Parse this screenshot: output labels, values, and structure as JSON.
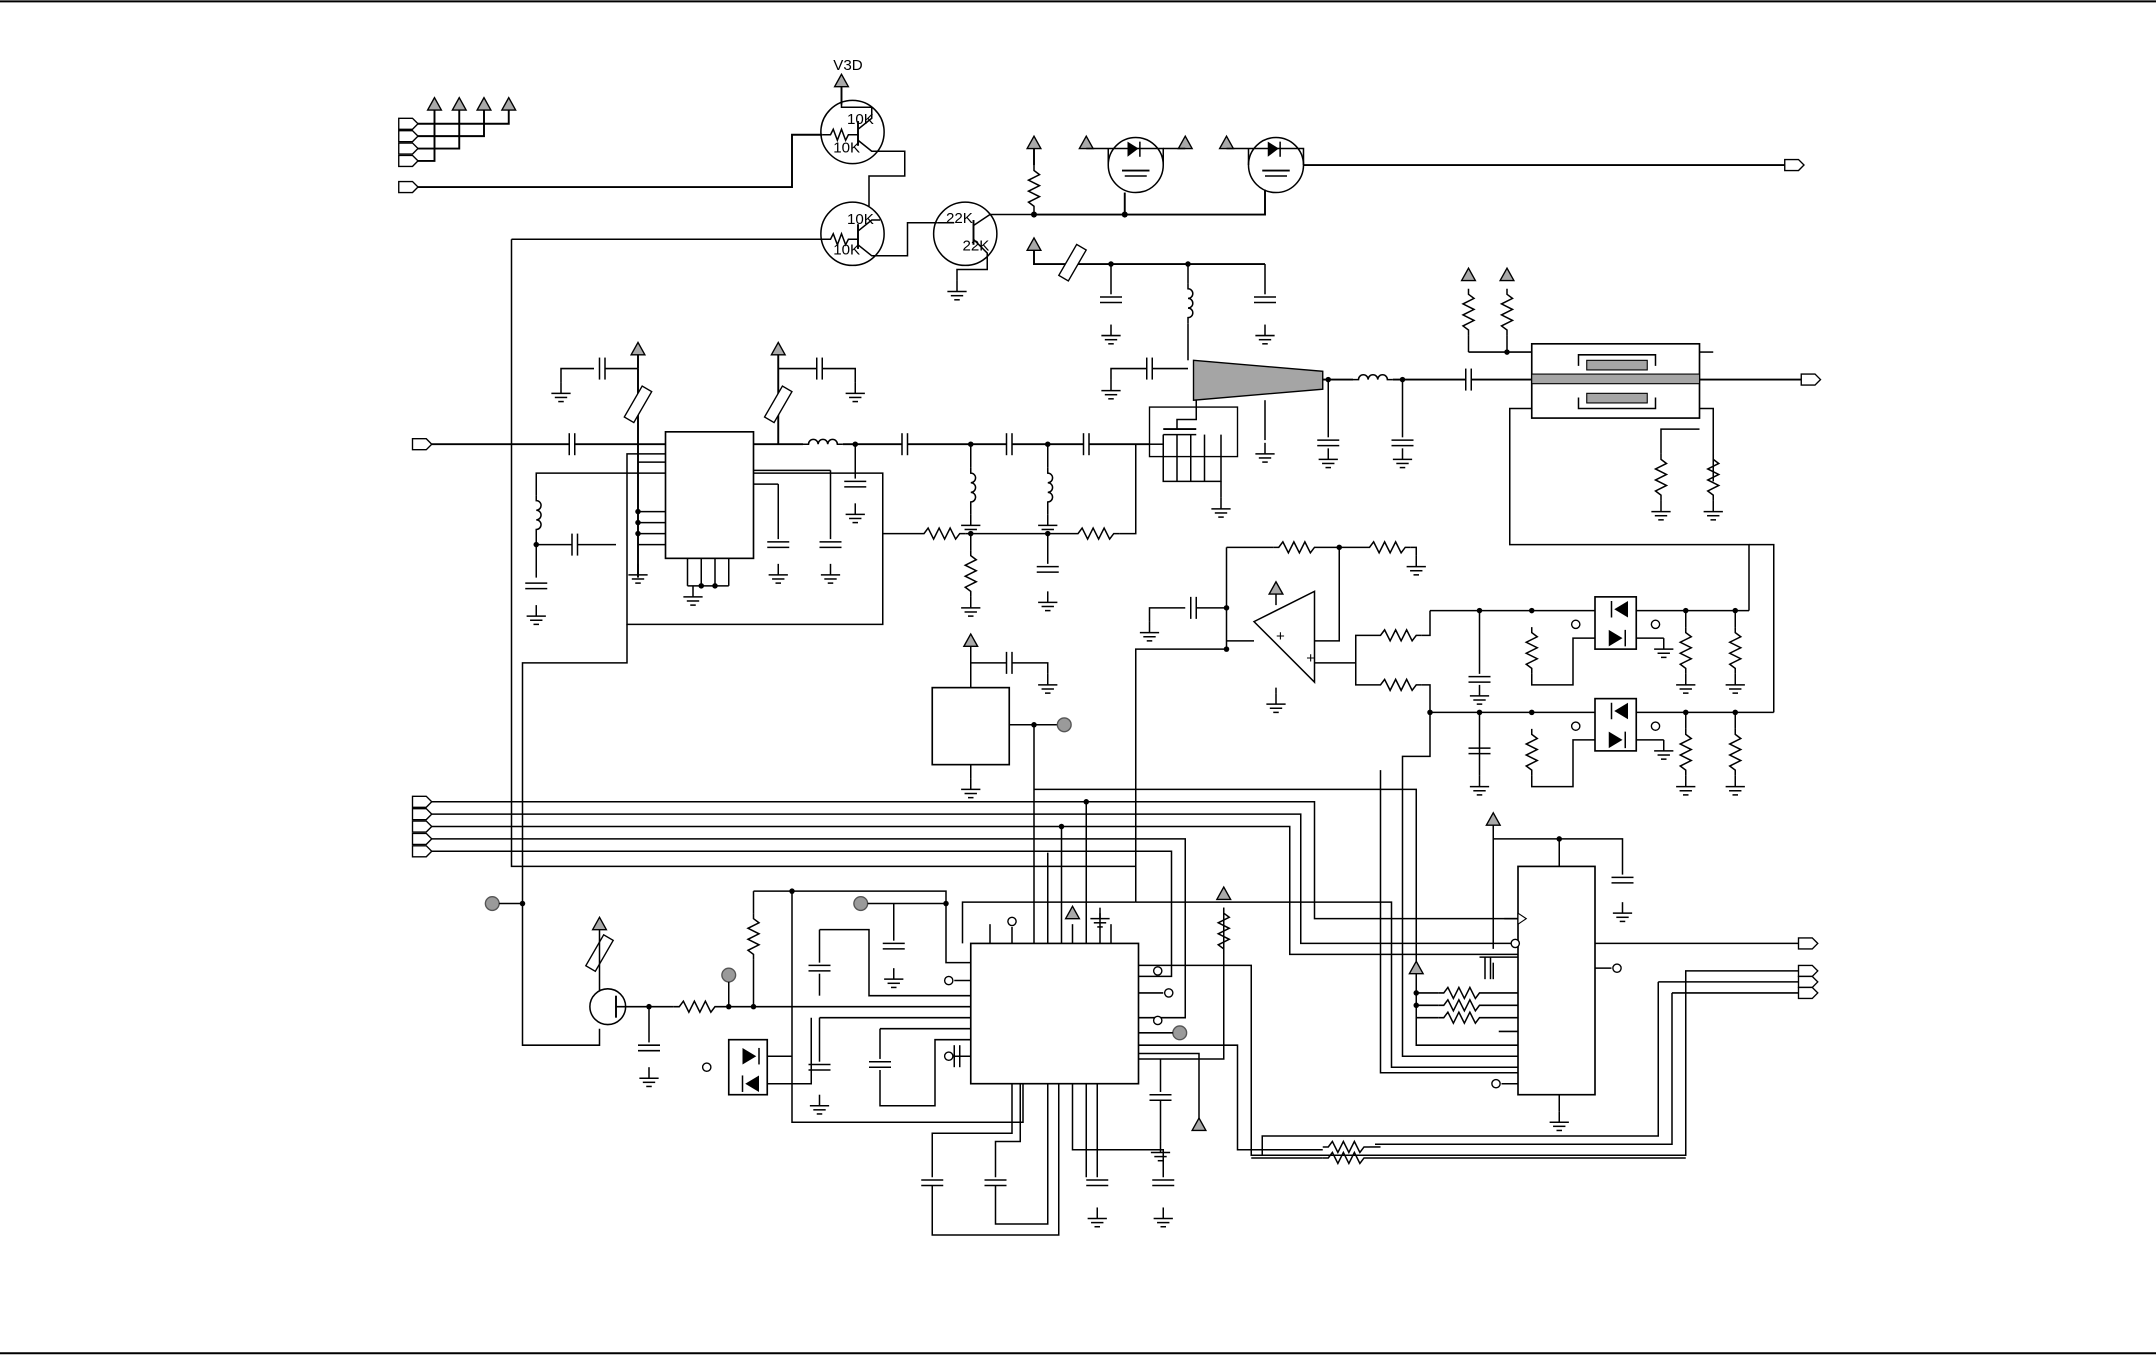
{
  "labels": {
    "supply": "V3D",
    "res_10k": "10K",
    "res_22k": "22K"
  }
}
